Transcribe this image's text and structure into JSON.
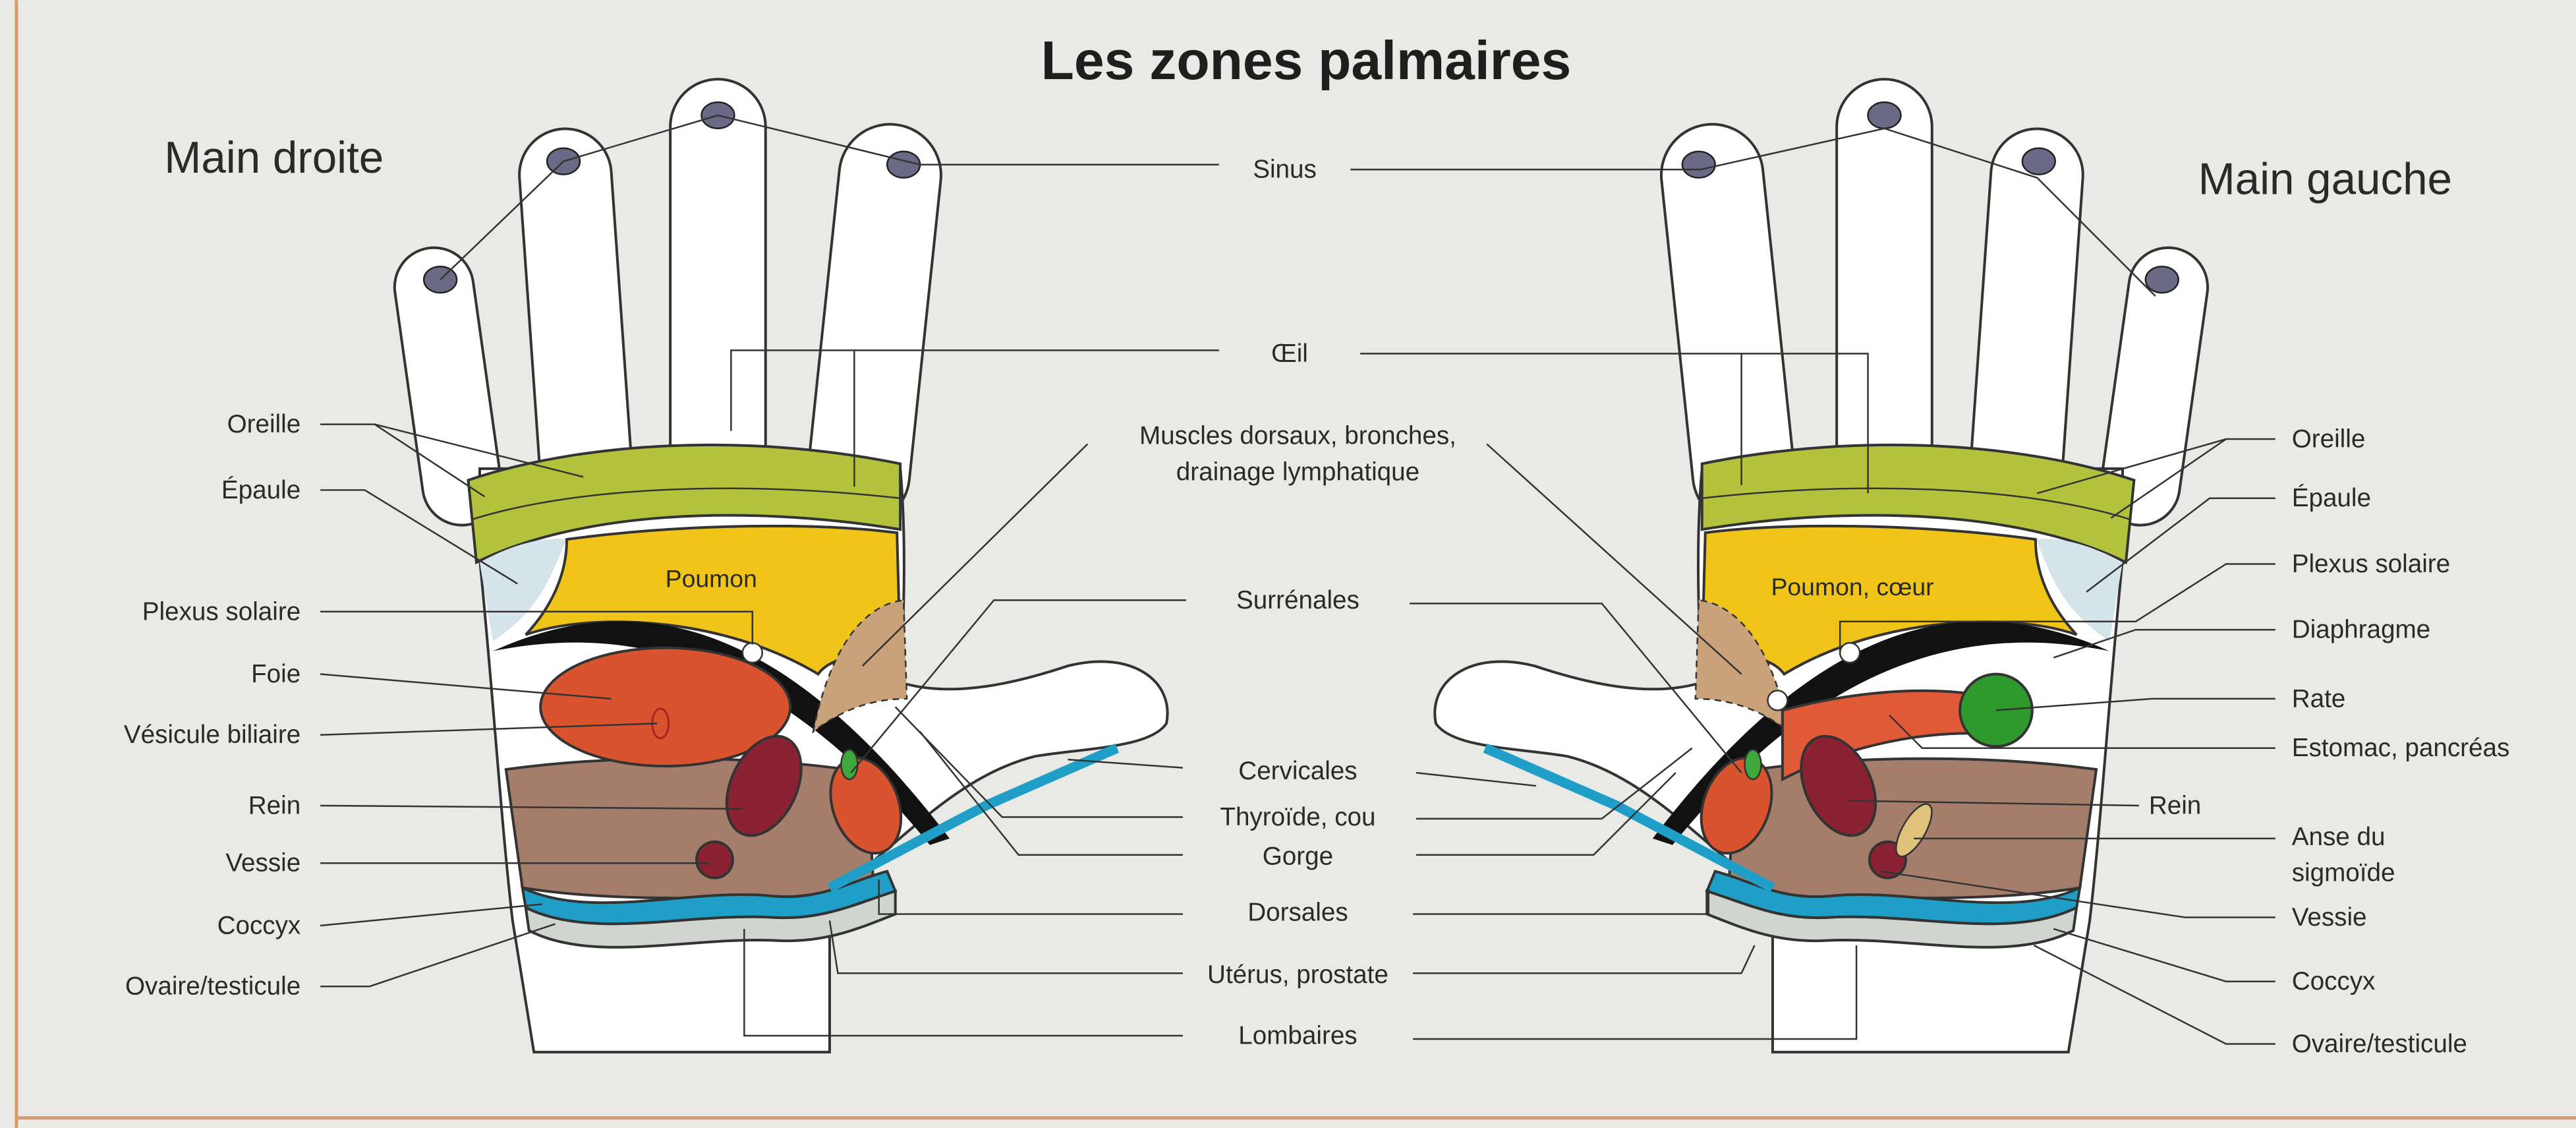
{
  "title": "Les zones palmaires",
  "hands": {
    "right": "Main droite",
    "left": "Main gauche"
  },
  "zones": {
    "left_lung": "Poumon",
    "right_lung": "Poumon, cœur"
  },
  "left_labels": {
    "oreille": "Oreille",
    "epaule": "Épaule",
    "plexus": "Plexus solaire",
    "foie": "Foie",
    "vesicule": "Vésicule biliaire",
    "rein": "Rein",
    "vessie": "Vessie",
    "coccyx": "Coccyx",
    "ovaire": "Ovaire/testicule"
  },
  "center_labels": {
    "sinus": "Sinus",
    "oeil": "Œil",
    "muscles_1": "Muscles dorsaux, bronches,",
    "muscles_2": "drainage lymphatique",
    "surrenales": "Surrénales",
    "cervicales": "Cervicales",
    "thyroide": "Thyroïde, cou",
    "gorge": "Gorge",
    "dorsales": "Dorsales",
    "uterus": "Utérus, prostate",
    "lombaires": "Lombaires"
  },
  "right_labels": {
    "oreille": "Oreille",
    "epaule": "Épaule",
    "plexus": "Plexus solaire",
    "diaphragme": "Diaphragme",
    "rate": "Rate",
    "estomac": "Estomac, pancréas",
    "rein": "Rein",
    "anse_1": "Anse du",
    "anse_2": "sigmoïde",
    "vessie": "Vessie",
    "coccyx": "Coccyx",
    "ovaire": "Ovaire/testicule"
  },
  "colors": {
    "green_band": "#b3c23c",
    "lung": "#f0c419",
    "liver": "#d9542e",
    "brown": "#a57e6b",
    "blue": "#1f9fc7",
    "kidney": "#8a2233",
    "spleen": "#2e9a2e",
    "sinus_dot": "#6b6a86"
  }
}
